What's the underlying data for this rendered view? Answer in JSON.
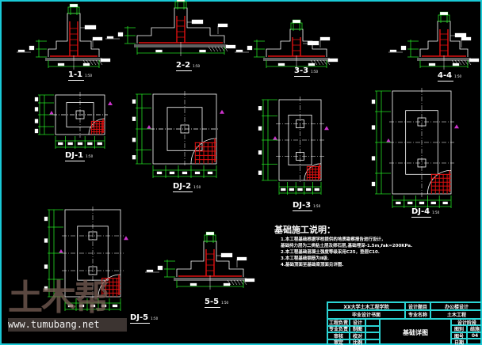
{
  "sections": [
    {
      "id": "1-1",
      "label": "1-1",
      "scale": "1:50"
    },
    {
      "id": "2-2",
      "label": "2-2",
      "scale": "1:50"
    },
    {
      "id": "3-3",
      "label": "3-3",
      "scale": "1:50"
    },
    {
      "id": "4-4",
      "label": "4-4",
      "scale": "1:50"
    },
    {
      "id": "5-5",
      "label": "5-5",
      "scale": "1:50"
    }
  ],
  "plans": [
    {
      "id": "DJ-1",
      "label": "DJ-1",
      "scale": "1:50"
    },
    {
      "id": "DJ-2",
      "label": "DJ-2",
      "scale": "1:50"
    },
    {
      "id": "DJ-3",
      "label": "DJ-3",
      "scale": "1:50"
    },
    {
      "id": "DJ-4",
      "label": "DJ-4",
      "scale": "1:50"
    },
    {
      "id": "DJ-5",
      "label": "DJ-5",
      "scale": "1:50"
    }
  ],
  "notes": {
    "title": "基础施工说明：",
    "lines": [
      "1.本工程基础根据学校提供的地质勘察报告进行设计，",
      "  基础持力层为二类粘土层及卵石层,基础埋深-1.5m,fak=200KPa.",
      "2.本工程基础混凝土强度等级采用C25，垫层C10.",
      "3.本工程基础钢筋为Ⅱ级.",
      "4.基础顶面至基础梁顶面见详图."
    ]
  },
  "title_block": {
    "school": "XX大学土木工程学院",
    "doc": "毕业设计书面",
    "topic_label": "设计题目",
    "topic": "办公楼设计",
    "major_label": "专业名称",
    "major": "土木工程",
    "rows": [
      [
        "工程负责",
        "设计"
      ],
      [
        "专业负责",
        "制图"
      ],
      [
        "审核",
        "校对"
      ],
      [
        "审定",
        "比例"
      ]
    ],
    "drawing_name": "基础详图",
    "stage_label": "设计阶段",
    "meta": [
      [
        "图别",
        "结施"
      ],
      [
        "图号",
        "04"
      ],
      [
        "日期",
        ""
      ]
    ]
  },
  "watermark": {
    "logo": "土木帮",
    "url": "www.tumubang.net"
  },
  "colors": {
    "frame": "#19c9d6",
    "dim": "#22dd22",
    "rebar": "#e01010",
    "line": "#ffffff",
    "mark": "#cc33cc"
  }
}
